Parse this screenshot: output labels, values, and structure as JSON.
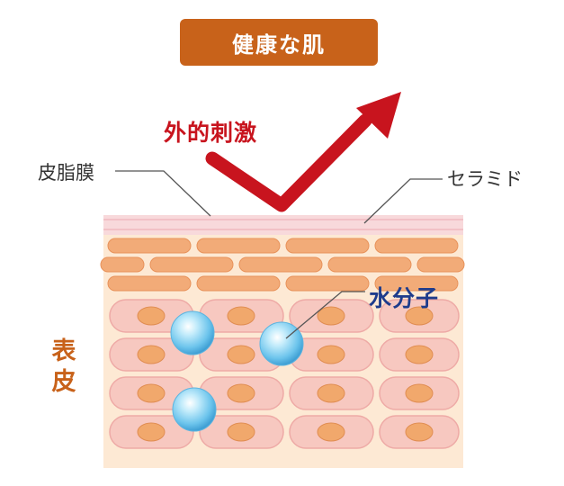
{
  "title": "健康な肌",
  "labels": {
    "external_stimulus": "外的刺激",
    "sebum_membrane": "皮脂膜",
    "ceramide": "セラミド",
    "water_molecule": "水分子",
    "epidermis": "表皮"
  },
  "colors": {
    "title_bg": "#c8621a",
    "arrow": "#c8141e",
    "sebum_layer": "#f8d9db",
    "skin_bg": "#fde9d4",
    "ceramide_brick": "#f2ab78",
    "cell": "#f7c8c0",
    "nucleus": "#f1a86c",
    "water": "#6cc4ec",
    "epidermis_text": "#c8621a",
    "water_text": "#1e3c8c"
  },
  "icons": [
    "arrow-icon",
    "water-molecule-icon"
  ]
}
